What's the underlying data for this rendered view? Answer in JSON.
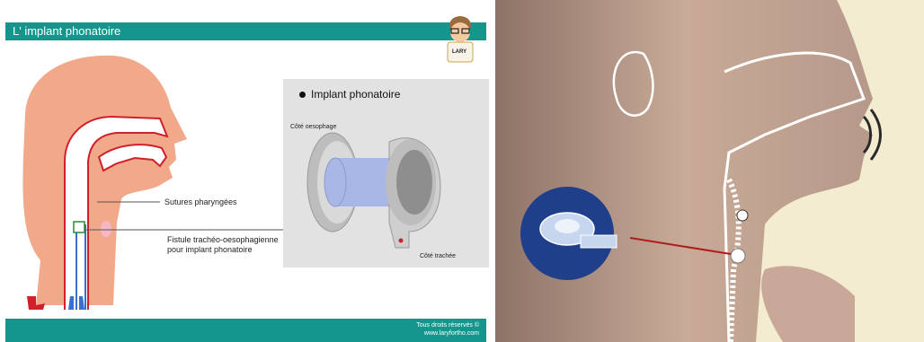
{
  "left_panel": {
    "title": "L' implant phonatoire",
    "mascot_label": "LARY",
    "labels": {
      "sutures": "Sutures pharyngées",
      "fistule": "Fistule trachéo-oesophagienne\npour implant phonatoire"
    },
    "implant_box": {
      "title": "Implant phonatoire",
      "side_oesophage": "Côté oesophage",
      "side_trachee": "Côté trachée"
    },
    "footer": "Tous droits réservés ©\nwww.laryfortho.com"
  },
  "colors": {
    "teal": "#15968d",
    "skin": "#f2a98a",
    "airway_red": "#d11f2c",
    "lung_blue": "#3a6fd0",
    "implant_blue": "#a9b7e6",
    "right_bg": "#f4ecd0"
  }
}
